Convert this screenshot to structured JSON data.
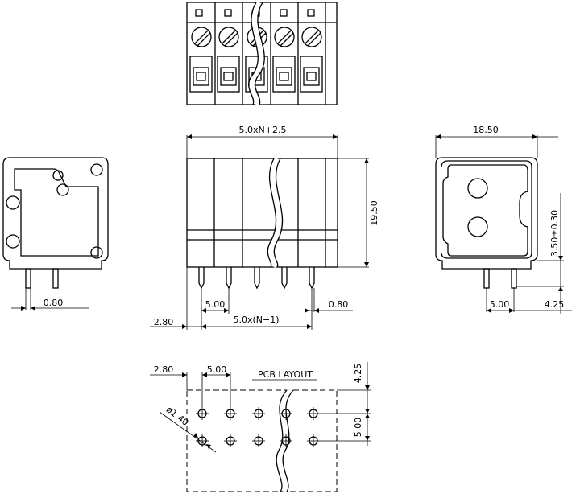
{
  "labels": {
    "front_width": "5.0xN+2.5",
    "height": "19.50",
    "side_depth": "18.50",
    "left_pin_dia": "0.80",
    "front_pitch": "5.00",
    "front_offset": "2.80",
    "front_pitch_total": "5.0x(N−1)",
    "front_pin_dia": "0.80",
    "side_pin_pitch": "5.00",
    "side_pin_offset": "4.25",
    "side_vertical": "3.50±0.30",
    "pcb_offset": "2.80",
    "pcb_pitch": "5.00",
    "pcb_title": "PCB LAYOUT",
    "pcb_hole": "ø1.40",
    "pcb_row_offset": "4.25",
    "pcb_row_pitch": "5.00"
  }
}
